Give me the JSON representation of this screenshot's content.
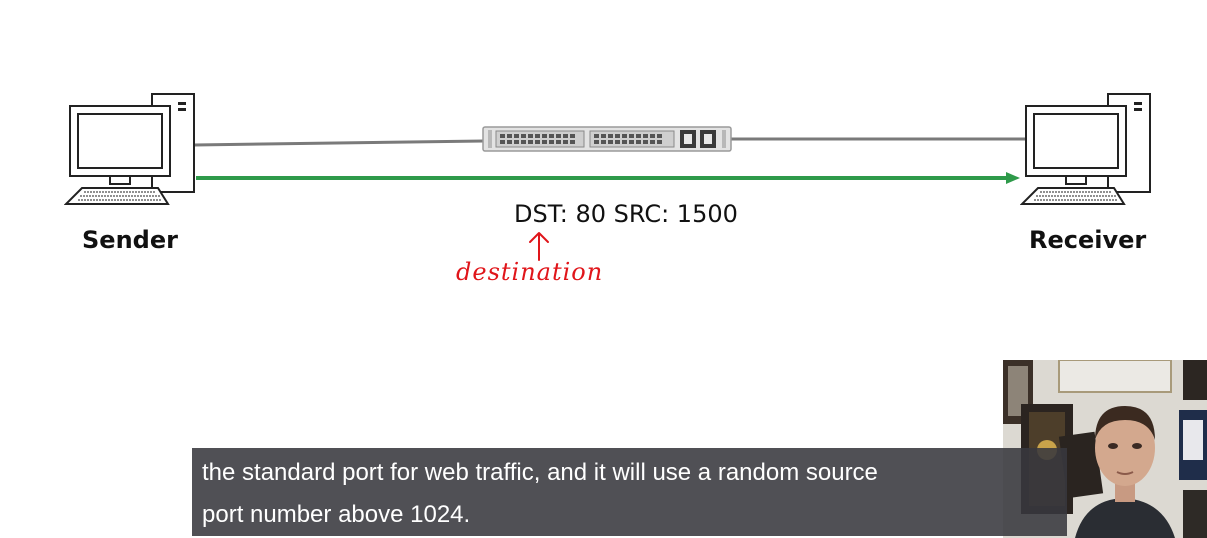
{
  "diagram": {
    "sender": {
      "label": "Sender",
      "icon": "desktop-computer-icon"
    },
    "receiver": {
      "label": "Receiver",
      "icon": "desktop-computer-icon"
    },
    "device": {
      "icon": "network-switch-icon"
    },
    "packet_label": "DST: 80 SRC: 1500",
    "annotation": "destination",
    "colors": {
      "arrow": "#2e9a4a",
      "annotation": "#e0151a",
      "wire": "#7a7a7a"
    }
  },
  "caption": {
    "line1": "the standard port for web traffic, and it will use a random source",
    "line2": "port number above 1024."
  },
  "webcam": {
    "icon": "presenter-video-feed"
  }
}
